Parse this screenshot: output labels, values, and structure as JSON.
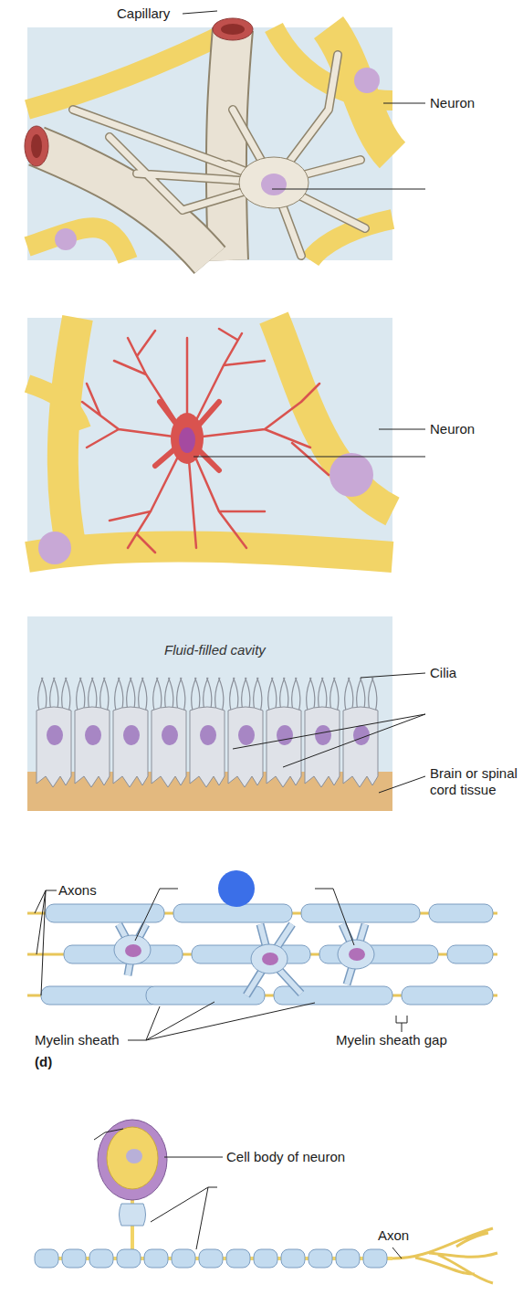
{
  "diagram": {
    "labels": [
      "Capillary",
      "Neuron",
      "Neuron",
      "Fluid-filled cavity",
      "Cilia",
      "Brain or spinal cord tissue",
      "Axons",
      "Myelin sheath",
      "Myelin sheath gap",
      "(d)",
      "Cell body of neuron",
      "Axon"
    ]
  }
}
